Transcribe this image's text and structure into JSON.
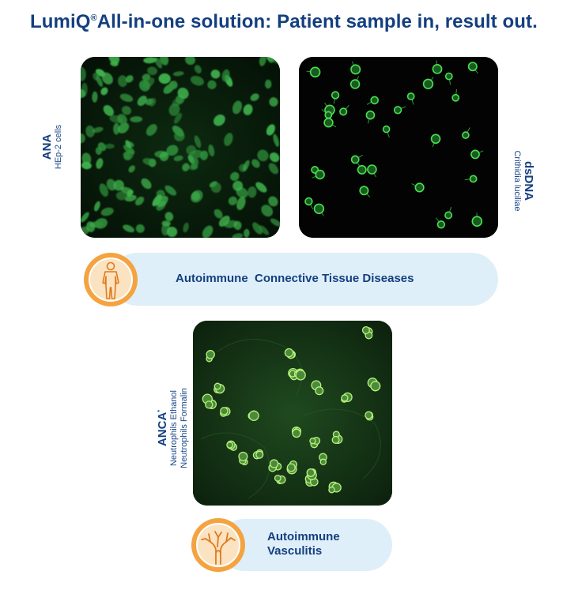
{
  "title": {
    "brand": "LumiQ",
    "registered": "®",
    "text": "All-in-one solution: Patient sample in, result out."
  },
  "panels": {
    "ana": {
      "name": "ANA",
      "subtitle": "HEp-2 cells"
    },
    "dsdna": {
      "name": "dsDNA",
      "subtitle": "Crithidia luciliae"
    },
    "anca": {
      "name": "ANCA",
      "mark": "*",
      "line1": "Neutrophils Ethanol",
      "line2": "Neutrophils Formalin"
    }
  },
  "bands": {
    "connective": {
      "label": "Autoimmune  Connective Tissue Diseases",
      "icon": "human-body-icon"
    },
    "vasculitis": {
      "line1": "Autoimmune",
      "line2": "Vasculitis",
      "icon": "blood-vessel-icon"
    }
  },
  "colors": {
    "title": "#143f7f",
    "band": "#dfeff9",
    "icon_orange": "#f4a340",
    "fluorescence": "#3ed33e"
  }
}
